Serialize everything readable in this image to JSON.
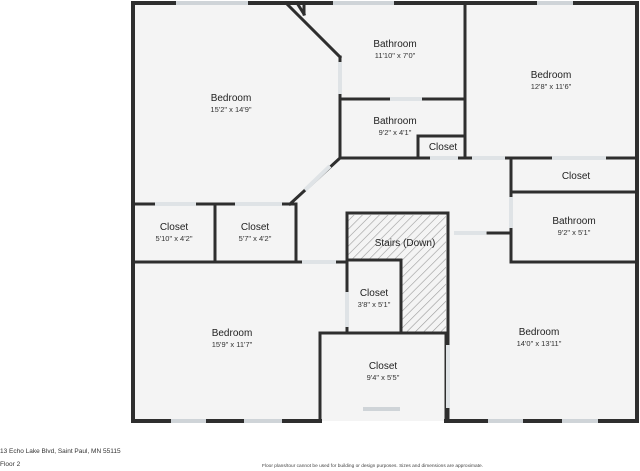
{
  "rooms": [
    {
      "name": "Bathroom",
      "dims": "11'10\" x 7'0\""
    },
    {
      "name": "Bedroom",
      "dims": "12'8\" x 11'6\""
    },
    {
      "name": "Bedroom",
      "dims": "15'2\" x 14'9\""
    },
    {
      "name": "Bathroom",
      "dims": "9'2\" x 4'1\""
    },
    {
      "name": "Closet",
      "dims": ""
    },
    {
      "name": "Closet",
      "dims": ""
    },
    {
      "name": "Bathroom",
      "dims": "9'2\" x 5'1\""
    },
    {
      "name": "Closet",
      "dims": "5'10\" x 4'2\""
    },
    {
      "name": "Closet",
      "dims": "5'7\" x 4'2\""
    },
    {
      "name": "Stairs (Down)",
      "dims": ""
    },
    {
      "name": "Closet",
      "dims": "3'8\" x 5'1\""
    },
    {
      "name": "Bedroom",
      "dims": "15'9\" x 11'7\""
    },
    {
      "name": "Bedroom",
      "dims": "14'0\" x 13'11\""
    },
    {
      "name": "Closet",
      "dims": "9'4\" x 5'5\""
    }
  ],
  "footer": {
    "address": "13 Echo Lake Blvd, Saint Paul, MN 55115",
    "floor": "Floor 2",
    "disclaimer": "Floor plans/tour cannot be used for building or design purposes. Sizes and dimensions are approximate."
  }
}
